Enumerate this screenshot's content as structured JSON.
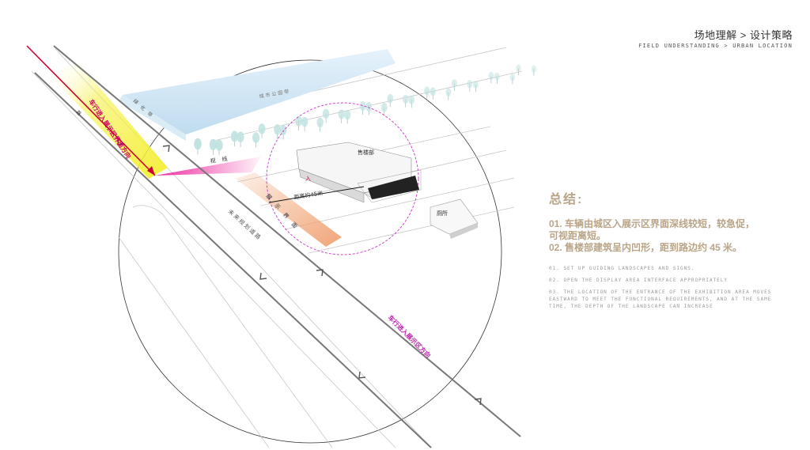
{
  "header": {
    "title": "场地理解 > 设计策略",
    "subtitle": "FIELD UNDERSTANDING > URBAN LOCATION"
  },
  "diagram": {
    "labels": {
      "left_arrow": "车行进入展示区界面方向",
      "right_arrow": "车行进入展示区方向",
      "sales_building": "售楼部",
      "toilet": "厕所",
      "entrance_tag": "入",
      "distance": "距离约45米",
      "display_area": "展示界面",
      "view_cone": "视线",
      "green_belt": "绿化带",
      "park_strip": "城市公园带",
      "road_name": "未来规划道路",
      "side_road": "路"
    },
    "colors": {
      "entrance_wedge": "#ee2aa0",
      "primary_arrow": "#cc0033",
      "yellow_zone": "#f4ef3a",
      "display_band": "#f0a070",
      "dash_circle": "#cc33cc",
      "tree_fill": "#bfe2e0"
    }
  },
  "summary": {
    "heading": "总结:",
    "points": [
      "01. 车辆由城区入展示区界面深线较短，较急促，",
      "可视距离短。",
      "02. 售楼部建筑呈内凹形，距到路边约 45 米。"
    ],
    "notes": [
      "01. SET UP GUIDING LANDSCAPES AND SIGNS.",
      "02. OPEN THE DISPLAY AREA INTERFACE APPROPRIATELY",
      "03. THE LOCATION OF THE ENTRANCE OF THE EXHIBITION AREA MOVES EASTWARD TO MEET THE FUNCTIONAL REQUIREMENTS, AND AT THE SAME TIME, THE DEPTH OF THE LANDSCAPE CAN INCREASE"
    ]
  }
}
